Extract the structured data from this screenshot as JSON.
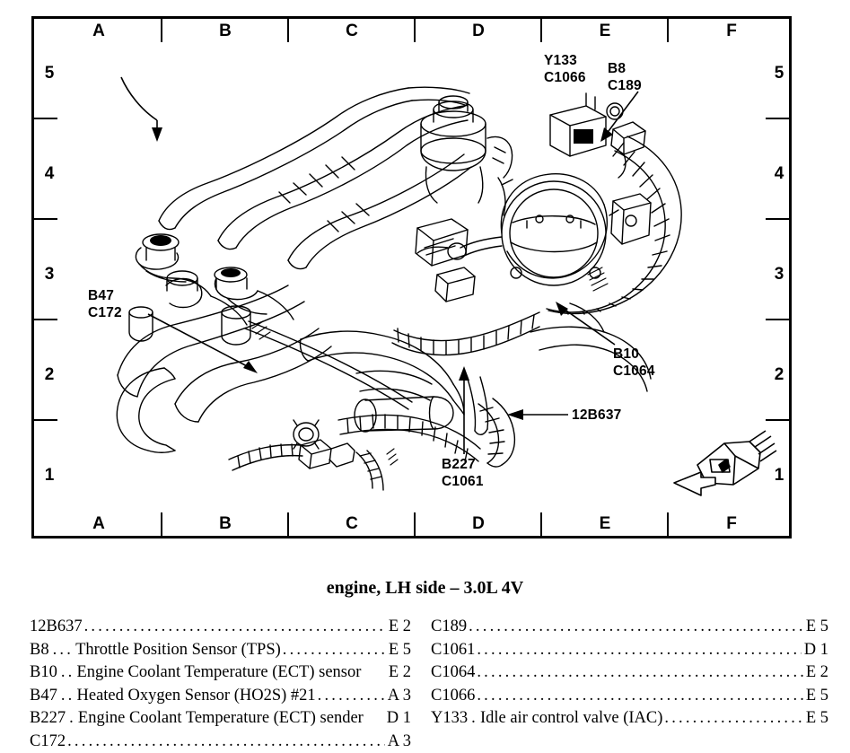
{
  "title": "engine, LH side – 3.0L 4V",
  "grid": {
    "columns": [
      "A",
      "B",
      "C",
      "D",
      "E",
      "F"
    ],
    "rows": [
      "5",
      "4",
      "3",
      "2",
      "1"
    ]
  },
  "callouts": [
    {
      "id": "y133",
      "lines": [
        "Y133",
        "C1066"
      ]
    },
    {
      "id": "b8",
      "lines": [
        "B8",
        "C189"
      ]
    },
    {
      "id": "b47",
      "lines": [
        "B47",
        "C172"
      ]
    },
    {
      "id": "b10",
      "lines": [
        "B10",
        "C1064"
      ]
    },
    {
      "id": "p12b637",
      "lines": [
        "12B637"
      ]
    },
    {
      "id": "b227",
      "lines": [
        "B227",
        "C1061"
      ]
    }
  ],
  "legend": {
    "left": [
      {
        "code": "12B637",
        "gap": "",
        "desc": "",
        "ref": "E 2"
      },
      {
        "code": "B8",
        "gap": "...",
        "desc": "Throttle Position Sensor (TPS)",
        "ref": "E 5"
      },
      {
        "code": "B10",
        "gap": "..",
        "desc": "Engine Coolant Temperature (ECT) sensor",
        "ref": "E 2",
        "nodots": true
      },
      {
        "code": "B47",
        "gap": "..",
        "desc": "Heated Oxygen Sensor (HO2S) #21",
        "ref": "A 3"
      },
      {
        "code": "B227",
        "gap": ".",
        "desc": "Engine Coolant Temperature (ECT) sender",
        "ref": "D 1",
        "nodots": true
      },
      {
        "code": "C172",
        "gap": "",
        "desc": "",
        "ref": "A 3"
      }
    ],
    "right": [
      {
        "code": "C189",
        "gap": "",
        "desc": "",
        "ref": "E 5"
      },
      {
        "code": "C1061",
        "gap": "",
        "desc": "",
        "ref": "D 1"
      },
      {
        "code": "C1064",
        "gap": "",
        "desc": "",
        "ref": "E 2"
      },
      {
        "code": "C1066",
        "gap": "",
        "desc": "",
        "ref": "E 5"
      },
      {
        "code": "Y133",
        "gap": ".",
        "desc": "Idle air control valve (IAC)",
        "ref": "E 5"
      }
    ]
  }
}
